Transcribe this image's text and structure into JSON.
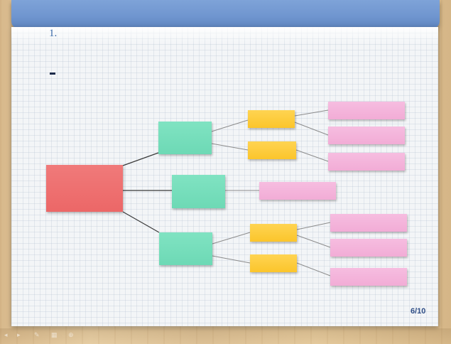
{
  "slide": {
    "heading_number": "1.",
    "dash": "-",
    "page_indicator": "6/10"
  },
  "diagram": {
    "type": "tree",
    "root": {
      "label": ""
    },
    "branches": [
      {
        "label": "",
        "children": [
          {
            "label": "",
            "children": [
              {
                "label": ""
              }
            ]
          },
          {
            "label": "",
            "children": [
              {
                "label": ""
              },
              {
                "label": ""
              }
            ]
          }
        ]
      },
      {
        "label": "",
        "children": [
          {
            "label": ""
          }
        ]
      },
      {
        "label": "",
        "children": [
          {
            "label": "",
            "children": [
              {
                "label": ""
              },
              {
                "label": ""
              }
            ]
          },
          {
            "label": "",
            "children": [
              {
                "label": ""
              }
            ]
          }
        ]
      }
    ],
    "colors": {
      "root": "#ec6767",
      "level1": "#6dd9b5",
      "level2": "#fbc52b",
      "level3": "#f2acd6",
      "connector": "#3a3a3a"
    }
  },
  "controls": {
    "icons": [
      "prev-icon",
      "next-icon",
      "pen-icon",
      "grid-icon",
      "zoom-icon"
    ]
  }
}
